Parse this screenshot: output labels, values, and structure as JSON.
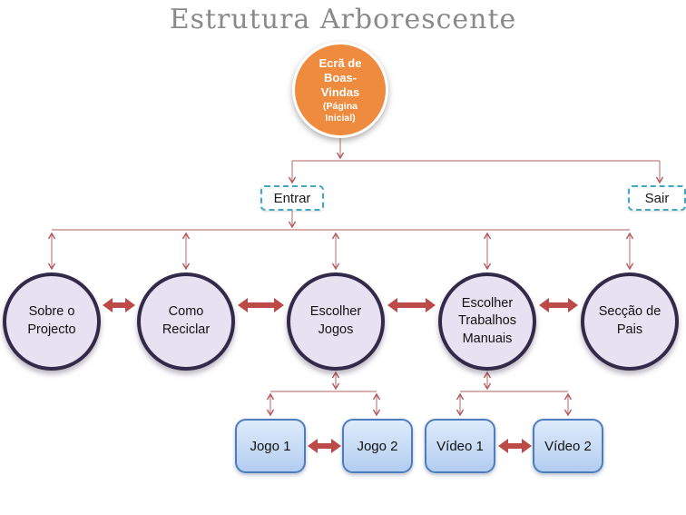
{
  "title": "Estrutura Arborescente",
  "root": {
    "label": "Ecrã de Boas-Vindas",
    "sublabel": "(Página Inicial)"
  },
  "buttons": [
    {
      "label": "Entrar"
    },
    {
      "label": "Sair"
    }
  ],
  "sections": [
    {
      "label": "Sobre o Projecto"
    },
    {
      "label": "Como Reciclar"
    },
    {
      "label": "Escolher Jogos"
    },
    {
      "label": "Escolher Trabalhos Manuais"
    },
    {
      "label": "Secção de Pais"
    }
  ],
  "leaves": [
    {
      "label": "Jogo 1"
    },
    {
      "label": "Jogo 2"
    },
    {
      "label": "Vídeo 1"
    },
    {
      "label": "Vídeo 2"
    }
  ],
  "colors": {
    "title_gray": "#8a8a8a",
    "root_orange": "#ef8b3f",
    "circle_fill": "#e7e2f1",
    "circle_border": "#332a4a",
    "leaf_border": "#4e7dbe",
    "dashed_teal": "#3ea9c5",
    "thick_arrow_red": "#bc4b48",
    "thin_line_rose": "#c2807f"
  }
}
